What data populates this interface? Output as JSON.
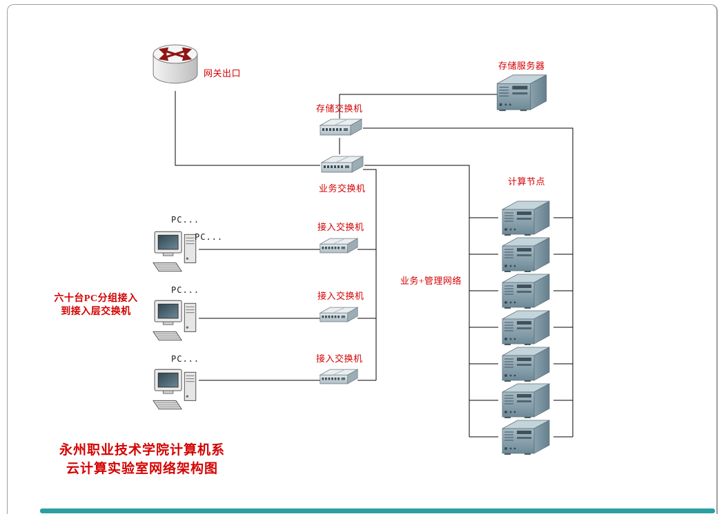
{
  "diagram": {
    "title_line1": "永州职业技术学院计算机系",
    "title_line2": "云计算实验室网络架构图",
    "gateway_label": "网关出口",
    "storage_server_label": "存储服务器",
    "storage_switch_label": "存储交换机",
    "business_switch_label": "业务交换机",
    "access_switch1_label": "接入交换机",
    "access_switch2_label": "接入交换机",
    "access_switch3_label": "接入交换机",
    "compute_nodes_label": "计算节点",
    "network_label": "业务+管理网络",
    "note_line1": "六十台PC分组接入",
    "note_line2": "到接入层交换机",
    "pc1a_label": "PC...",
    "pc1b_label": "PC...",
    "pc2_label": "PC...",
    "pc3_label": "PC..."
  },
  "compute": {
    "count": 7
  },
  "colors": {
    "label_red": "#d40000",
    "wire_black": "#000000",
    "server_steel": "#8ca7b4",
    "teal_bar": "#2a9fa2"
  }
}
